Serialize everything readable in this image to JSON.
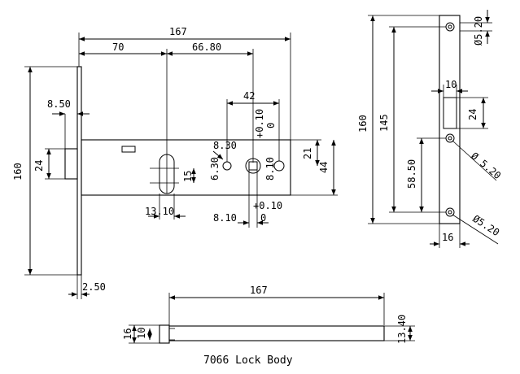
{
  "title": "7066 Lock Body",
  "dims": {
    "overall_length": "167",
    "backset": "70",
    "spindle_to_cyl": "66.80",
    "forend_height": "160",
    "latch_height": "24",
    "latch_offset": "8.50",
    "forend_thickness": "2.50",
    "cyl_spacing": "42",
    "tol_plus_a": "+0.10",
    "tol_zero_a": "0",
    "cam_dim": "8.30",
    "small_hole": "6.30",
    "slot_width": "15",
    "slot_pitch": "13.10",
    "spindle_square": "8.10",
    "spindle_square_b": "8.10",
    "tol_plus_b": "+0.10",
    "tol_zero_b": "0",
    "body_21": "21",
    "body_44": "44",
    "plate_160": "160",
    "plate_145": "145",
    "plate_58": "58.50",
    "plate_10": "10",
    "plate_24": "24",
    "plate_16": "16",
    "hole_top": "Ø5.20",
    "hole_mid": "Ø 5.20",
    "hole_bot": "Ø5.20",
    "bottom_167": "167",
    "bottom_16": "16",
    "bottom_10": "10",
    "bottom_1340": "13.40"
  }
}
